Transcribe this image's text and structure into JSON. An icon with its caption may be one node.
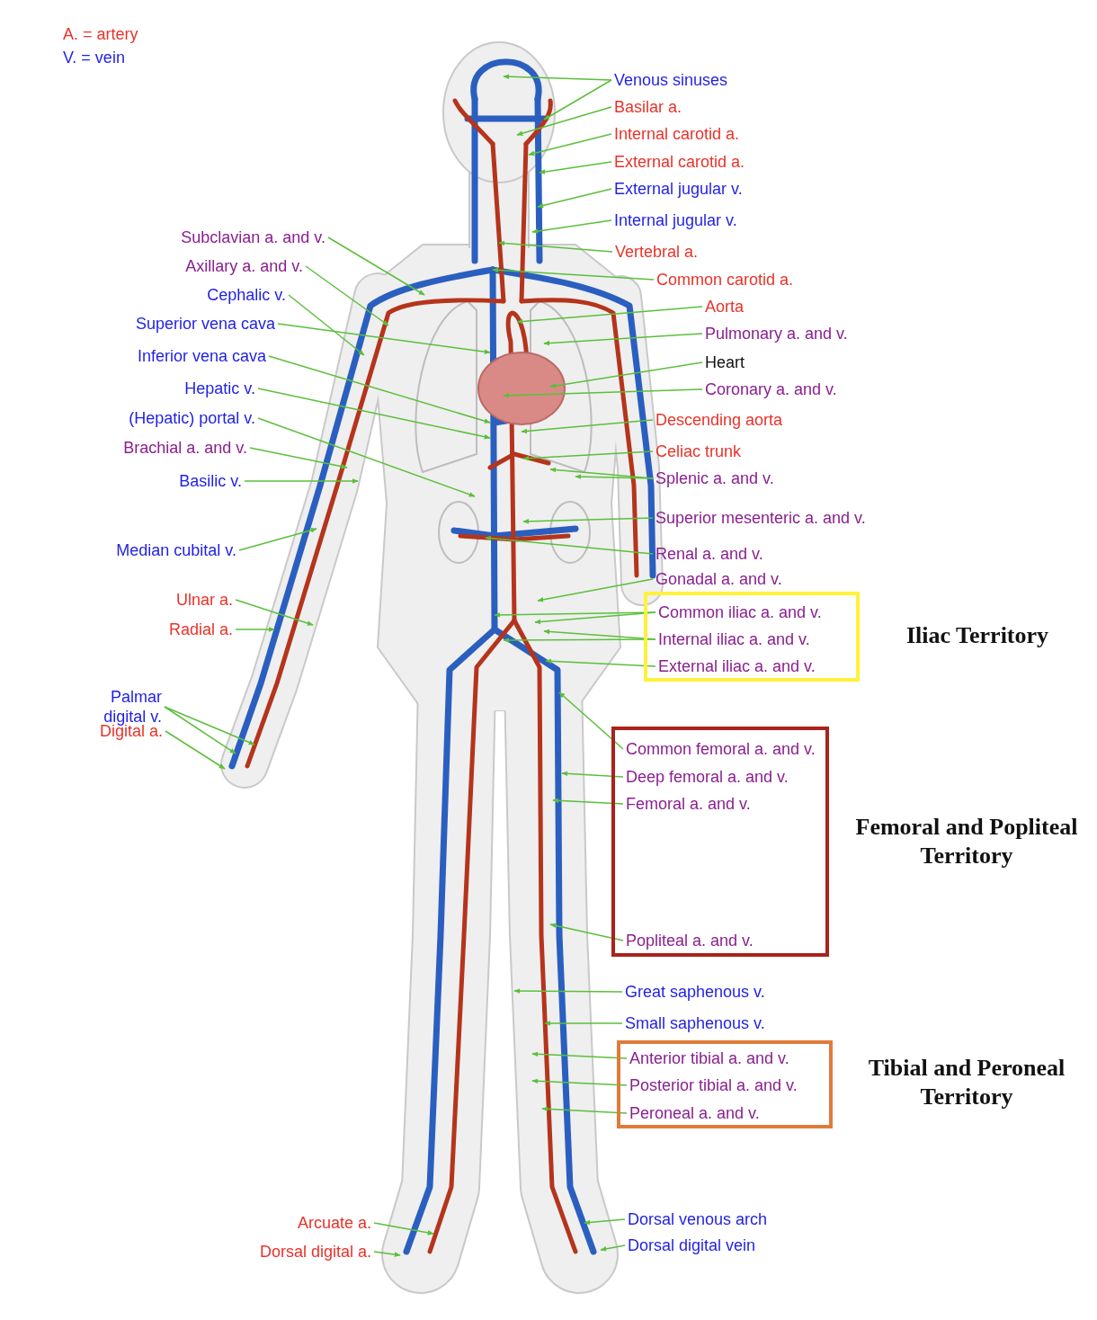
{
  "diagram": {
    "nodes": [
      {
        "text": [
          "Venous sinuses"
        ]
      },
      {
        "text": [
          "Basilar a."
        ]
      },
      {
        "text": [
          "Internal carotid a."
        ]
      },
      {
        "text": [
          "External carotid a."
        ]
      },
      {
        "text": [
          "External jugular v."
        ]
      },
      {
        "text": [
          "Internal jugular v."
        ]
      },
      {
        "text": [
          "Vertebral a."
        ]
      },
      {
        "text": [
          "Common carotid a."
        ]
      },
      {
        "text": [
          "Aorta"
        ]
      },
      {
        "text": [
          "Pulmonary a. and v."
        ]
      },
      {
        "text": [
          "Heart"
        ]
      },
      {
        "text": [
          "Coronary a. and v."
        ]
      },
      {
        "text": [
          "Descending aorta"
        ]
      },
      {
        "text": [
          "Celiac trunk"
        ]
      },
      {
        "text": [
          "Splenic a. and v."
        ]
      },
      {
        "text": [
          "Superior mesenteric a. and v."
        ]
      },
      {
        "text": [
          "Renal a. and v."
        ]
      },
      {
        "text": [
          "Gonadal a. and v."
        ]
      },
      {
        "text": [],
        "shape": "box",
        "beside": [
          "Iliac Territory"
        ]
      },
      {
        "text": [
          "Common iliac a. and v."
        ],
        "in": 18
      },
      {
        "text": [
          "Internal iliac a. and v."
        ],
        "in": 18
      },
      {
        "text": [
          "External iliac a. and v."
        ],
        "in": 18
      },
      {
        "text": [],
        "shape": "box",
        "beside": [
          "Femoral and Popliteal Territory"
        ]
      },
      {
        "text": [
          "Common femoral a. and v."
        ],
        "in": 22
      },
      {
        "text": [
          "Deep femoral a. and v."
        ],
        "in": 22
      },
      {
        "text": [
          "Femoral a. and v."
        ],
        "in": 22
      },
      {
        "text": [
          "Popliteal a. and v."
        ],
        "in": 22
      },
      {
        "text": [
          "Great saphenous v."
        ]
      },
      {
        "text": [
          "Small saphenous v."
        ]
      },
      {
        "text": [],
        "shape": "box",
        "beside": [
          "Tibial and Peroneal Territory"
        ]
      },
      {
        "text": [
          "Anterior tibial a. and v."
        ],
        "in": 29
      },
      {
        "text": [
          "Posterior tibial a. and v."
        ],
        "in": 29
      },
      {
        "text": [
          "Peroneal a. and v."
        ],
        "in": 29
      },
      {
        "text": [
          "Dorsal venous arch"
        ]
      },
      {
        "text": [
          "Dorsal digital vein"
        ]
      },
      {
        "text": [
          "Subclavian a. and v."
        ]
      },
      {
        "text": [
          "Axillary a. and v."
        ]
      },
      {
        "text": [
          "Cephalic v."
        ]
      },
      {
        "text": [
          "Superior vena cava"
        ]
      },
      {
        "text": [
          "Inferior vena cava"
        ]
      },
      {
        "text": [
          "Hepatic v."
        ]
      },
      {
        "text": [
          "(Hepatic) portal v."
        ]
      },
      {
        "text": [
          "Brachial a. and v."
        ]
      },
      {
        "text": [
          "Basilic v."
        ]
      },
      {
        "text": [
          "Median cubital v."
        ]
      },
      {
        "text": [
          "Ulnar a."
        ]
      },
      {
        "text": [
          "Radial a."
        ]
      },
      {
        "text": [
          "Palmar digital v."
        ]
      },
      {
        "text": [
          "Digital a."
        ]
      },
      {
        "text": [
          "Arcuate a."
        ]
      },
      {
        "text": [
          "Dorsal digital a."
        ]
      }
    ],
    "edges": [
      {
        "from": 0,
        "to": null,
        "arrow": "to"
      },
      {
        "from": 0,
        "to": null,
        "arrow": "to"
      },
      {
        "from": 1,
        "to": null,
        "arrow": "to"
      },
      {
        "from": 2,
        "to": null,
        "arrow": "to"
      },
      {
        "from": 3,
        "to": null,
        "arrow": "to"
      },
      {
        "from": 4,
        "to": null,
        "arrow": "to"
      },
      {
        "from": 5,
        "to": null,
        "arrow": "to"
      },
      {
        "from": 6,
        "to": null,
        "arrow": "to"
      },
      {
        "from": 7,
        "to": null,
        "arrow": "to"
      },
      {
        "from": 8,
        "to": null,
        "arrow": "to"
      },
      {
        "from": 9,
        "to": null,
        "arrow": "to"
      },
      {
        "from": 10,
        "to": null,
        "arrow": "to"
      },
      {
        "from": 11,
        "to": null,
        "arrow": "to"
      },
      {
        "from": 12,
        "to": null,
        "arrow": "to"
      },
      {
        "from": 13,
        "to": null,
        "arrow": "to"
      },
      {
        "from": 14,
        "to": null,
        "arrow": "to"
      },
      {
        "from": 14,
        "to": null,
        "arrow": "to"
      },
      {
        "from": 15,
        "to": null,
        "arrow": "to"
      },
      {
        "from": 16,
        "to": null,
        "arrow": "to"
      },
      {
        "from": 17,
        "to": null,
        "arrow": "to"
      },
      {
        "from": 19,
        "to": null,
        "arrow": "to"
      },
      {
        "from": 19,
        "to": null,
        "arrow": "to"
      },
      {
        "from": 20,
        "to": null,
        "arrow": "to"
      },
      {
        "from": 20,
        "to": null,
        "arrow": "to"
      },
      {
        "from": 21,
        "to": null,
        "arrow": "to"
      },
      {
        "from": 23,
        "to": null,
        "arrow": "to"
      },
      {
        "from": 24,
        "to": null,
        "arrow": "to"
      },
      {
        "from": 25,
        "to": null,
        "arrow": "to"
      },
      {
        "from": 26,
        "to": null,
        "arrow": "to"
      },
      {
        "from": 27,
        "to": null,
        "arrow": "to"
      },
      {
        "from": 28,
        "to": null,
        "arrow": "to"
      },
      {
        "from": 30,
        "to": null,
        "arrow": "to"
      },
      {
        "from": 31,
        "to": null,
        "arrow": "to"
      },
      {
        "from": 32,
        "to": null,
        "arrow": "to"
      },
      {
        "from": 33,
        "to": null,
        "arrow": "to"
      },
      {
        "from": 34,
        "to": null,
        "arrow": "to"
      },
      {
        "from": 35,
        "to": null,
        "arrow": "to"
      },
      {
        "from": 36,
        "to": null,
        "arrow": "to"
      },
      {
        "from": 37,
        "to": null,
        "arrow": "to"
      },
      {
        "from": 38,
        "to": null,
        "arrow": "to"
      },
      {
        "from": 39,
        "to": null,
        "arrow": "to"
      },
      {
        "from": 40,
        "to": null,
        "arrow": "to"
      },
      {
        "from": 41,
        "to": null,
        "arrow": "to"
      },
      {
        "from": 42,
        "to": null,
        "arrow": "to"
      },
      {
        "from": 43,
        "to": null,
        "arrow": "to"
      },
      {
        "from": 44,
        "to": null,
        "arrow": "to"
      },
      {
        "from": 45,
        "to": null,
        "arrow": "to"
      },
      {
        "from": 46,
        "to": null,
        "arrow": "to"
      },
      {
        "from": 47,
        "to": null,
        "arrow": "to"
      },
      {
        "from": 47,
        "to": null,
        "arrow": "to"
      },
      {
        "from": 48,
        "to": null,
        "arrow": "to"
      },
      {
        "from": 49,
        "to": null,
        "arrow": "to"
      },
      {
        "from": 50,
        "to": null,
        "arrow": "to"
      }
    ],
    "labels": [
      "A. = artery",
      "V. = vein"
    ]
  }
}
